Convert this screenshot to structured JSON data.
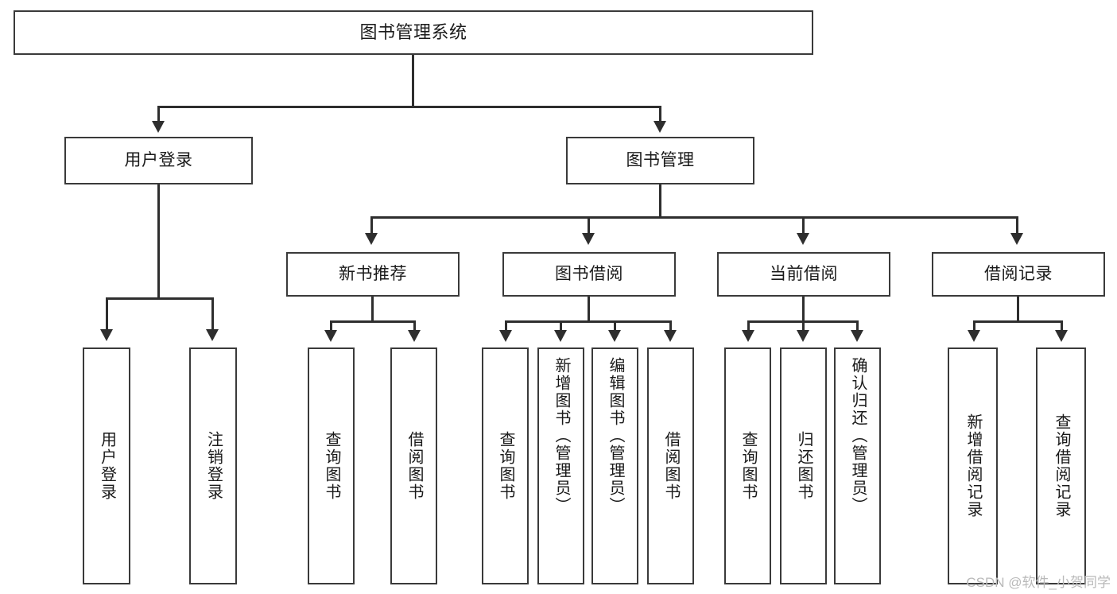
{
  "diagram": {
    "title": "图书管理系统",
    "watermark": "CSDN @软件_小贺同学",
    "root": {
      "label": "图书管理系统"
    },
    "level2": [
      {
        "label": "用户登录"
      },
      {
        "label": "图书管理"
      }
    ],
    "level3": [
      {
        "label": "新书推荐"
      },
      {
        "label": "图书借阅"
      },
      {
        "label": "当前借阅"
      },
      {
        "label": "借阅记录"
      }
    ],
    "leaves": {
      "user_login": [
        {
          "label": "用户登录"
        },
        {
          "label": "注销登录"
        }
      ],
      "new_book": [
        {
          "label": "查询图书"
        },
        {
          "label": "借阅图书"
        }
      ],
      "book_borrow": [
        {
          "label": "查询图书"
        },
        {
          "label": "新增图书（管理员）"
        },
        {
          "label": "编辑图书（管理员）"
        },
        {
          "label": "借阅图书"
        }
      ],
      "current_borrow": [
        {
          "label": "查询图书"
        },
        {
          "label": "归还图书"
        },
        {
          "label": "确认归还（管理员）"
        }
      ],
      "borrow_record": [
        {
          "label": "新增借阅记录"
        },
        {
          "label": "查询借阅记录"
        }
      ]
    }
  },
  "chart_data": {
    "type": "table",
    "title": "图书管理系统 功能结构图",
    "tree": {
      "name": "图书管理系统",
      "children": [
        {
          "name": "用户登录",
          "children": [
            {
              "name": "用户登录"
            },
            {
              "name": "注销登录"
            }
          ]
        },
        {
          "name": "图书管理",
          "children": [
            {
              "name": "新书推荐",
              "children": [
                {
                  "name": "查询图书"
                },
                {
                  "name": "借阅图书"
                }
              ]
            },
            {
              "name": "图书借阅",
              "children": [
                {
                  "name": "查询图书"
                },
                {
                  "name": "新增图书（管理员）"
                },
                {
                  "name": "编辑图书（管理员）"
                },
                {
                  "name": "借阅图书"
                }
              ]
            },
            {
              "name": "当前借阅",
              "children": [
                {
                  "name": "查询图书"
                },
                {
                  "name": "归还图书"
                },
                {
                  "name": "确认归还（管理员）"
                }
              ]
            },
            {
              "name": "借阅记录",
              "children": [
                {
                  "name": "新增借阅记录"
                },
                {
                  "name": "查询借阅记录"
                }
              ]
            }
          ]
        }
      ]
    }
  }
}
